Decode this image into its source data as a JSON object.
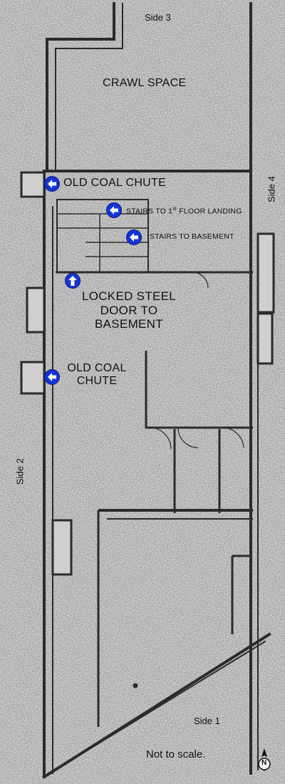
{
  "sides": {
    "side1": "Side 1",
    "side2": "Side 2",
    "side3": "Side 3",
    "side4": "Side 4"
  },
  "labels": {
    "crawl_space": "CRAWL SPACE",
    "coal_chute_1": "OLD COAL CHUTE",
    "stairs_first_floor": "STAIRS TO 1st FLOOR LANDING",
    "stairs_basement": "STAIRS TO BASEMENT",
    "locked_door_line1": "LOCKED STEEL",
    "locked_door_line2": "DOOR TO",
    "locked_door_line3": "BASEMENT",
    "coal_chute_2_line1": "OLD COAL",
    "coal_chute_2_line2": "CHUTE",
    "not_to_scale": "Not to scale.",
    "compass_letter": "N"
  },
  "markers": [
    {
      "id": "coal-chute-1",
      "direction": "left"
    },
    {
      "id": "stairs-first-floor",
      "direction": "left"
    },
    {
      "id": "stairs-basement",
      "direction": "left"
    },
    {
      "id": "locked-door",
      "direction": "up"
    },
    {
      "id": "coal-chute-2",
      "direction": "left"
    }
  ],
  "colors": {
    "marker_fill": "#1534d6",
    "wall": "#2b2b2b",
    "paper": "#d8d8d8"
  }
}
